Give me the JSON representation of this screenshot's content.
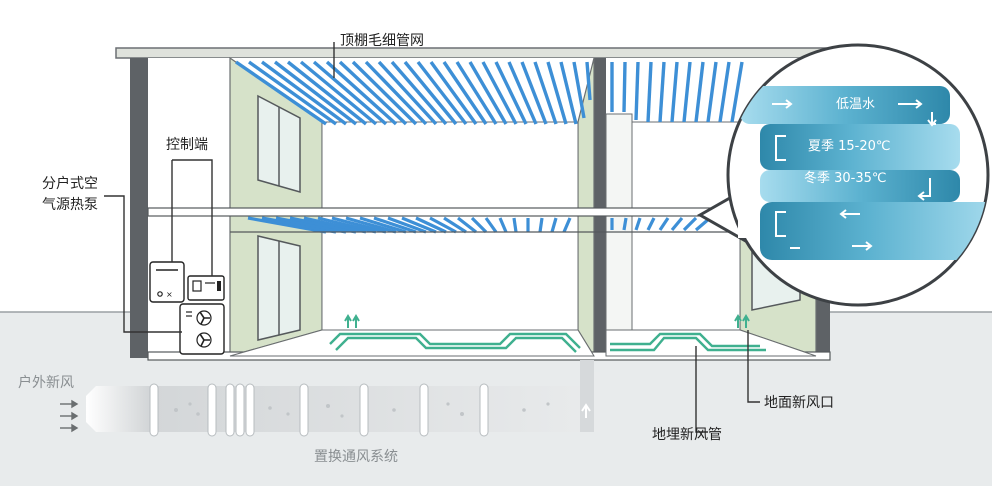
{
  "labels": {
    "ceiling_capillary": "顶棚毛细管网",
    "control_terminal": "控制端",
    "heat_pump": "分户式空气源热泵",
    "outdoor_air": "户外新风",
    "ventilation_system": "置换通风系统",
    "floor_vent": "地面新风口",
    "buried_duct": "地埋新风管"
  },
  "bubble": {
    "low_temp_water": "低温水",
    "summer": "夏季 15-20℃",
    "winter": "冬季 30-35℃"
  },
  "colors": {
    "capillary_blue": "#3d8fd6",
    "bubble_teal_dark": "#3b93b4",
    "bubble_teal_light": "#9fd7ea",
    "floor_green": "#3fb08f",
    "wall_green": "#d6e2c9",
    "ground_grey": "#e7eaeb",
    "structure_dark": "#5a5d61"
  }
}
